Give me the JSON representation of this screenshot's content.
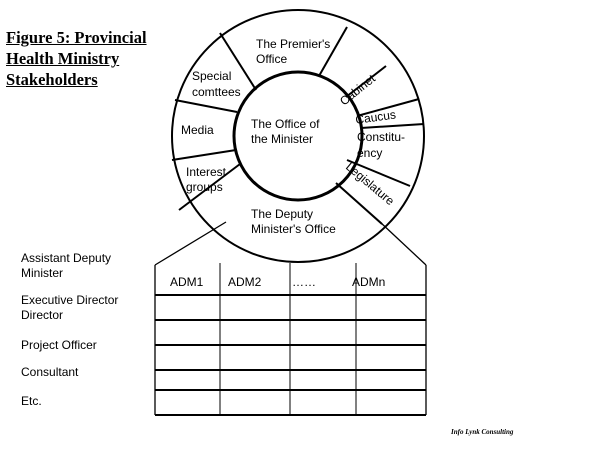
{
  "figure": {
    "title": "Figure 5: Provincial Health Ministry Stakeholders"
  },
  "wheel": {
    "center": [
      "The Office of",
      "the Minister"
    ],
    "premier": [
      "The Premier's",
      "Office"
    ],
    "cabinet": "Cabinet",
    "caucus": "Caucus",
    "constituency": [
      "Constitu-",
      "ency"
    ],
    "legislature": "Legislature",
    "deputy": [
      "The Deputy",
      "Minister's Office"
    ],
    "interest": [
      "Interest",
      "groups"
    ],
    "media": "Media",
    "special": [
      "Special",
      "comttees"
    ]
  },
  "table": {
    "columns": [
      "ADM1",
      "ADM2",
      "……",
      "ADMn"
    ],
    "row_labels": {
      "assistant": [
        "Assistant Deputy",
        "Minister"
      ],
      "executive": [
        "Executive Director",
        "Director"
      ],
      "project": "Project Officer",
      "consultant": "Consultant",
      "etc": "Etc."
    }
  },
  "credit": "Info Lynk Consulting"
}
